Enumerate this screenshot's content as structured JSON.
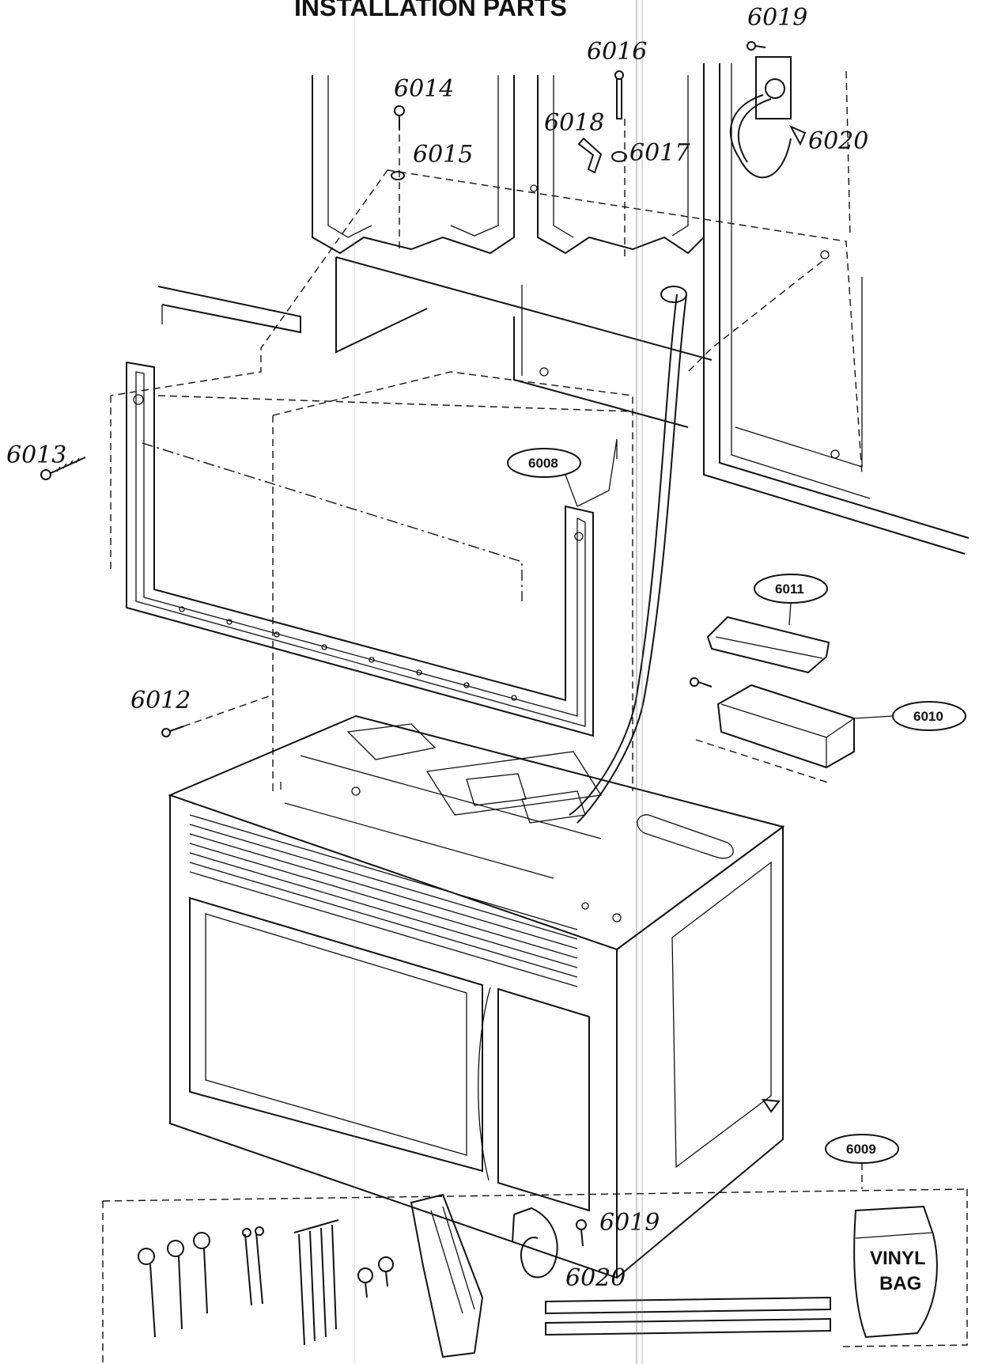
{
  "title": "INSTALLATION PARTS",
  "callouts": {
    "p6019_top": "6019",
    "p6016": "6016",
    "p6014": "6014",
    "p6018": "6018",
    "p6015": "6015",
    "p6017": "6017",
    "p6020_top": "6020",
    "p6013": "6013",
    "p6008": "6008",
    "p6011": "6011",
    "p6012": "6012",
    "p6010": "6010",
    "p6009": "6009",
    "p6019_kit": "6019",
    "p6020_kit": "6020"
  },
  "vinyl_bag": {
    "line1": "VINYL",
    "line2": "BAG"
  }
}
